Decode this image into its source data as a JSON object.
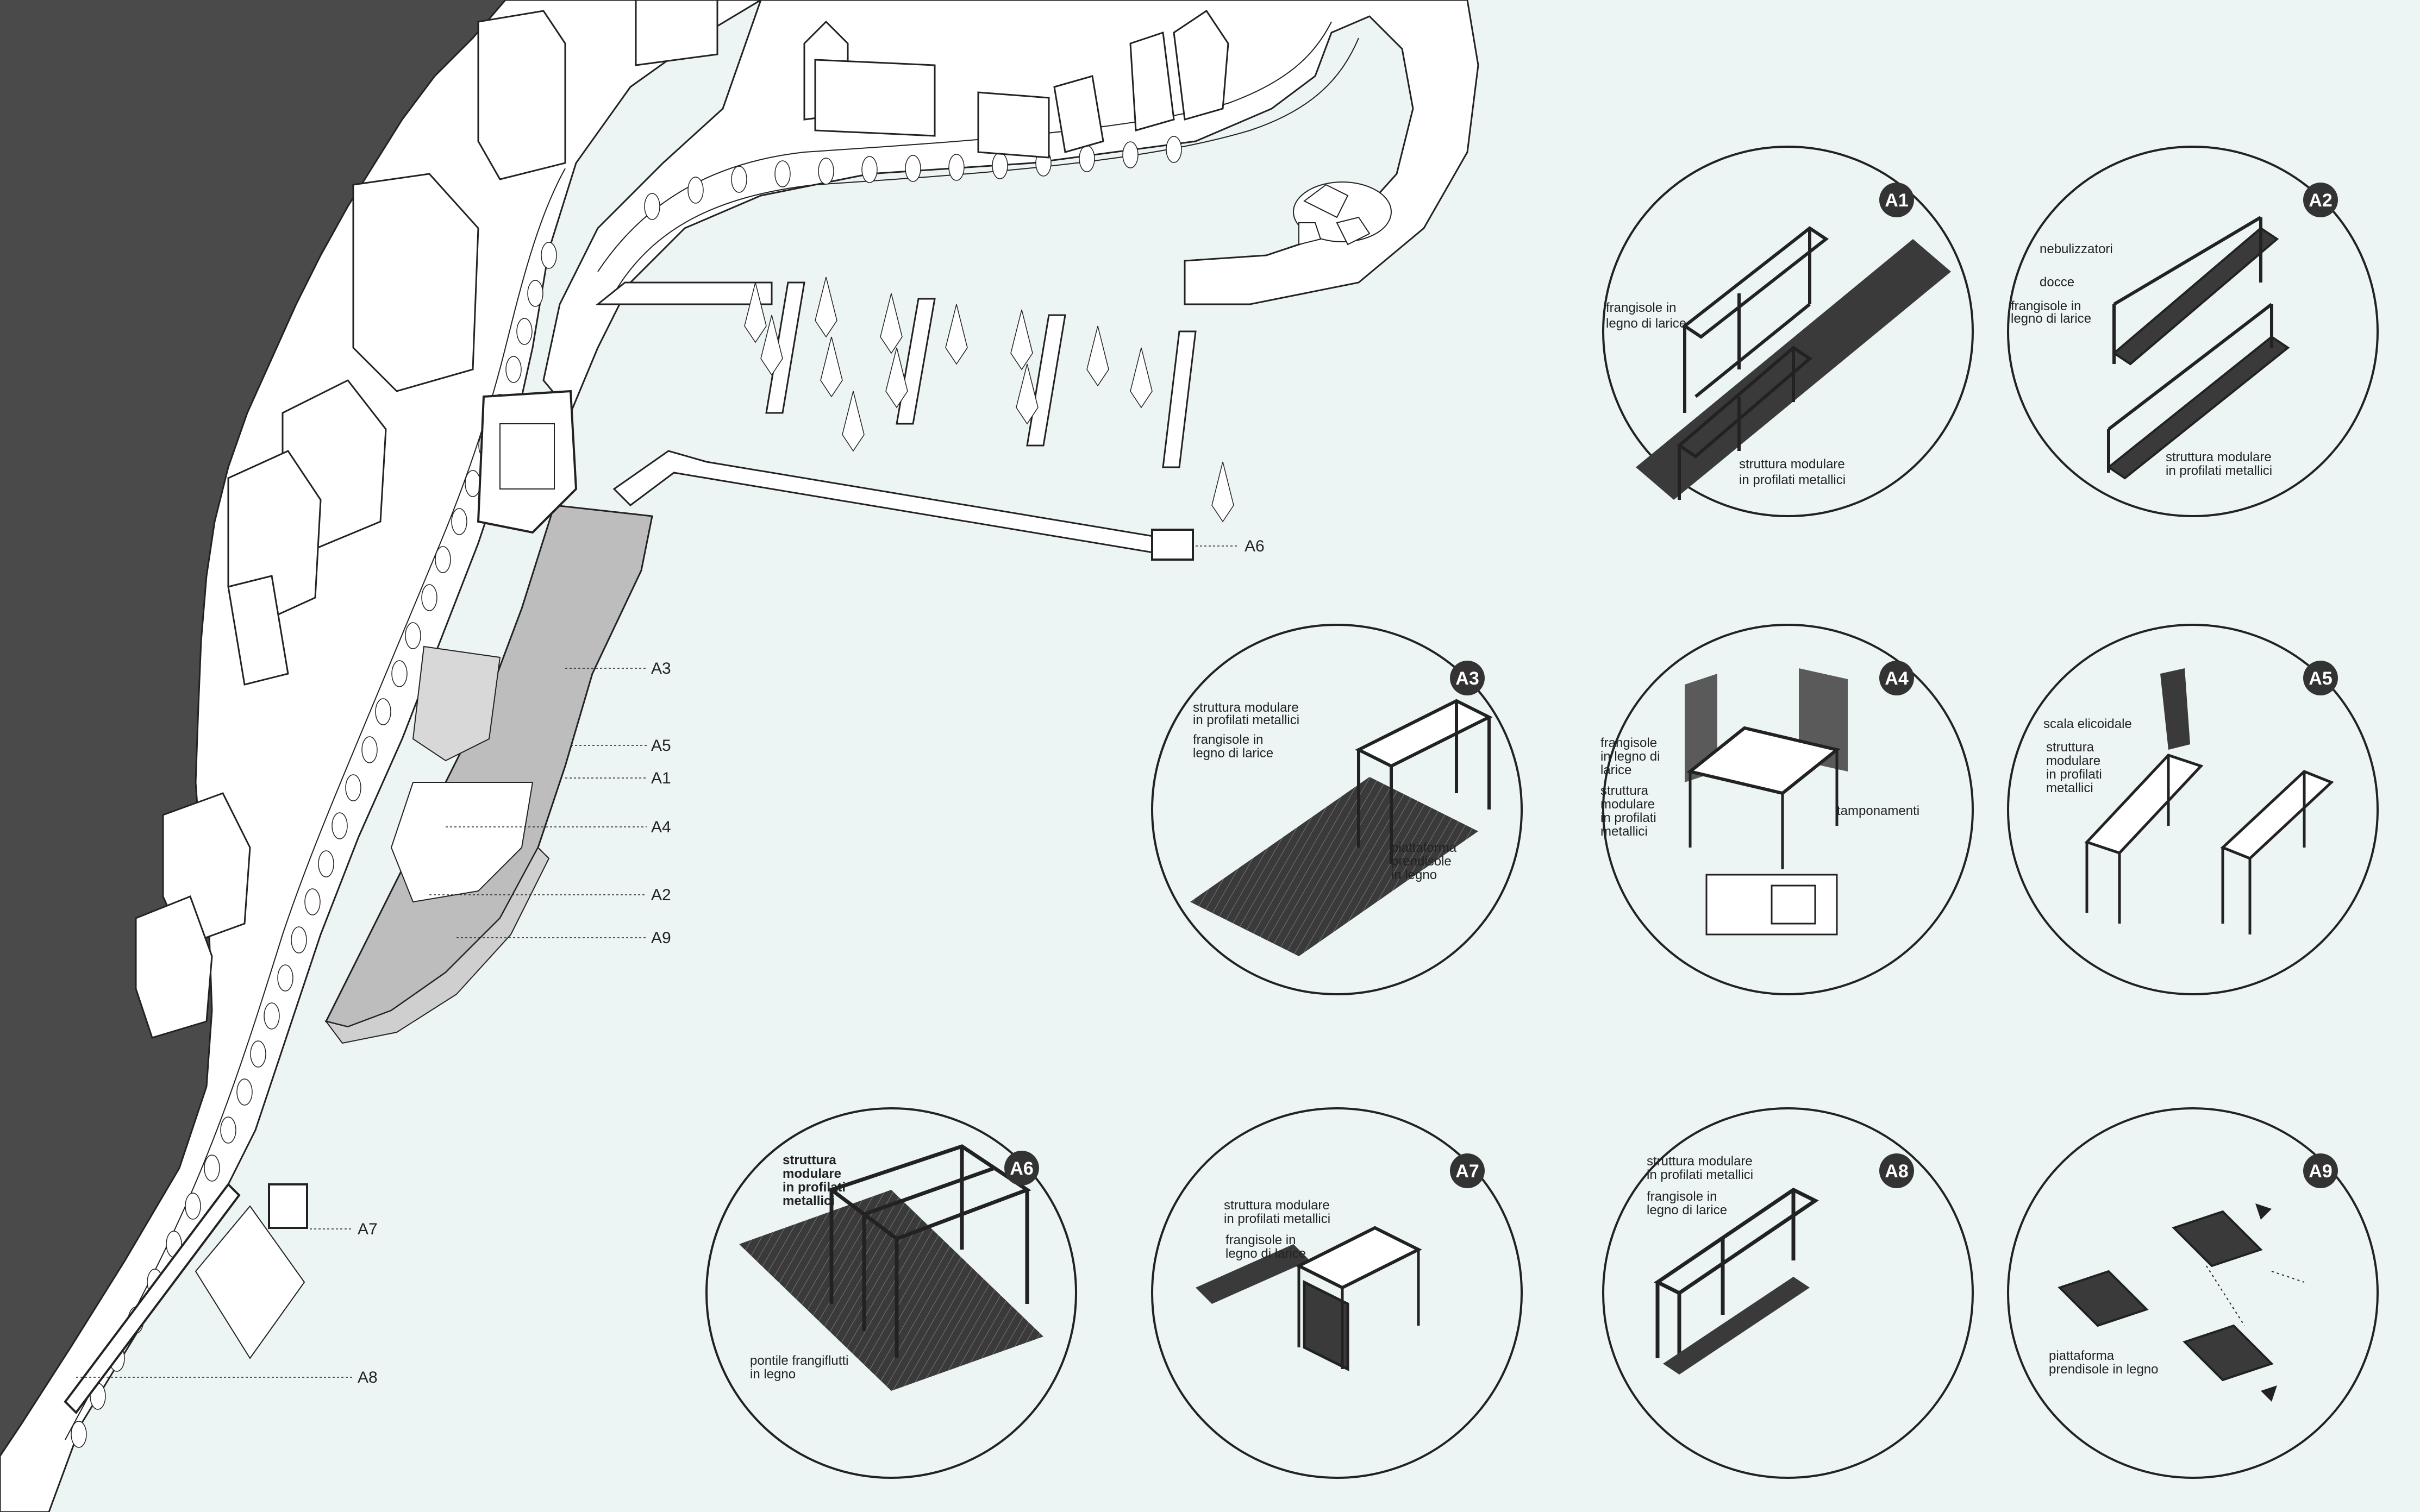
{
  "plan_labels": {
    "a3": "A3",
    "a5": "A5",
    "a1": "A1",
    "a4": "A4",
    "a2": "A2",
    "a9": "A9",
    "a6": "A6",
    "a7": "A7",
    "a8": "A8"
  },
  "details": {
    "a1": {
      "badge": "A1",
      "l1": [
        "frangisole   in",
        "legno di larice"
      ],
      "l2": [
        "struttura modulare",
        "in profilati metallici"
      ]
    },
    "a2": {
      "badge": "A2",
      "l1": [
        "nebulizzatori"
      ],
      "l2": [
        "docce"
      ],
      "l3": [
        "frangisole    in",
        "legno di larice"
      ],
      "l4": [
        "struttura modulare",
        "in profilati metallici"
      ]
    },
    "a3": {
      "badge": "A3",
      "l1": [
        "struttura  modulare",
        "in profilati metallici"
      ],
      "l2": [
        "frangisole    in",
        "legno di larice"
      ],
      "l3": [
        "piattaforma",
        "prendisole",
        "in legno"
      ]
    },
    "a4": {
      "badge": "A4",
      "l1": [
        "frangisole",
        "in legno di",
        "larice"
      ],
      "l2": [
        "struttura",
        "modulare",
        "in  profilati",
        "metallici"
      ],
      "l3": [
        "tamponamenti"
      ]
    },
    "a5": {
      "badge": "A5",
      "l1": [
        "scala elicoidale"
      ],
      "l2": [
        "struttura",
        "modulare",
        "in   profilati",
        "metallici"
      ]
    },
    "a6": {
      "badge": "A6",
      "l1": [
        "struttura",
        "modulare",
        "in profilati",
        "metallici"
      ],
      "l2": [
        "pontile   frangiflutti",
        "in legno"
      ]
    },
    "a7": {
      "badge": "A7",
      "l1": [
        "struttura  modulare",
        "in profilati metallici"
      ],
      "l2": [
        "frangisole    in",
        "legno di larice"
      ]
    },
    "a8": {
      "badge": "A8",
      "l1": [
        "struttura  modulare",
        "in profilati metallici"
      ],
      "l2": [
        "frangisole    in",
        "legno di larice"
      ]
    },
    "a9": {
      "badge": "A9",
      "l1": [
        "piattaforma",
        "prendisole in legno"
      ]
    }
  },
  "colors": {
    "background": "#ecf5f4",
    "built_mass": "#4a4a4a",
    "line": "#222222",
    "plaza": "#bdbdbd"
  }
}
